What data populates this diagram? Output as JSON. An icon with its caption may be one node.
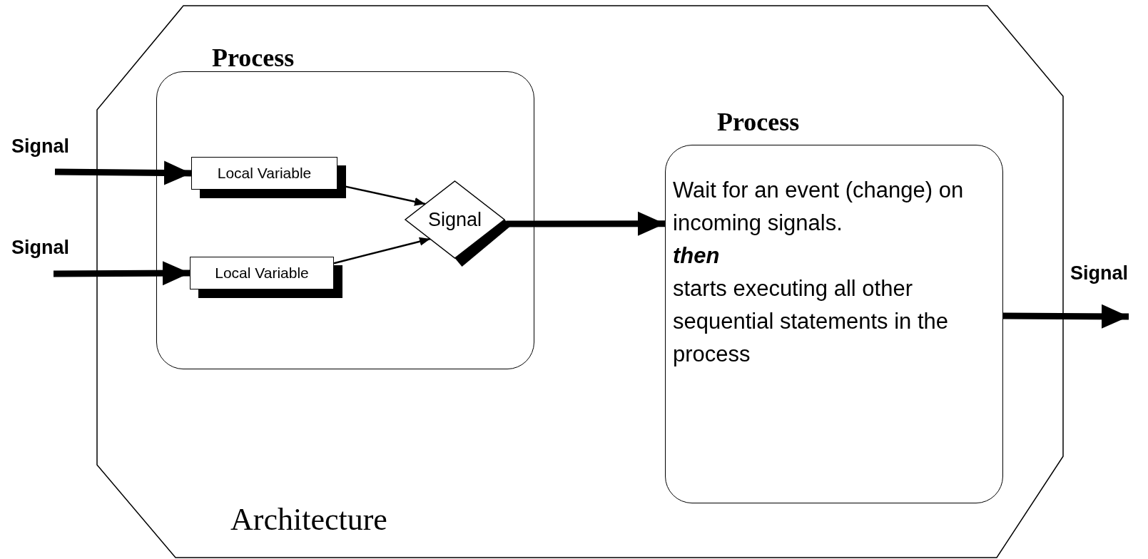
{
  "diagram": {
    "nodes": [
      {
        "text": [
          "Architecture"
        ]
      },
      {
        "text": [
          "Process"
        ],
        "in": 0
      },
      {
        "text": [
          "Local Variable"
        ],
        "in": 1
      },
      {
        "text": [
          "Local Variable"
        ],
        "in": 1
      },
      {
        "text": [
          "Signal"
        ],
        "in": 1
      },
      {
        "text": [
          "Process",
          "Wait for an event (change) on incoming signals.",
          "then",
          "starts executing all other sequential statements in the process"
        ],
        "in": 0
      }
    ],
    "edges": [
      {
        "from": null,
        "to": 2,
        "arrow": "to",
        "label": "Signal"
      },
      {
        "from": null,
        "to": 3,
        "arrow": "to",
        "label": "Signal"
      },
      {
        "from": 2,
        "to": 4,
        "arrow": "to"
      },
      {
        "from": 3,
        "to": 4,
        "arrow": "to"
      },
      {
        "from": 4,
        "to": 5,
        "arrow": "to"
      },
      {
        "from": 5,
        "to": null,
        "arrow": "to",
        "label": "Signal"
      }
    ]
  }
}
